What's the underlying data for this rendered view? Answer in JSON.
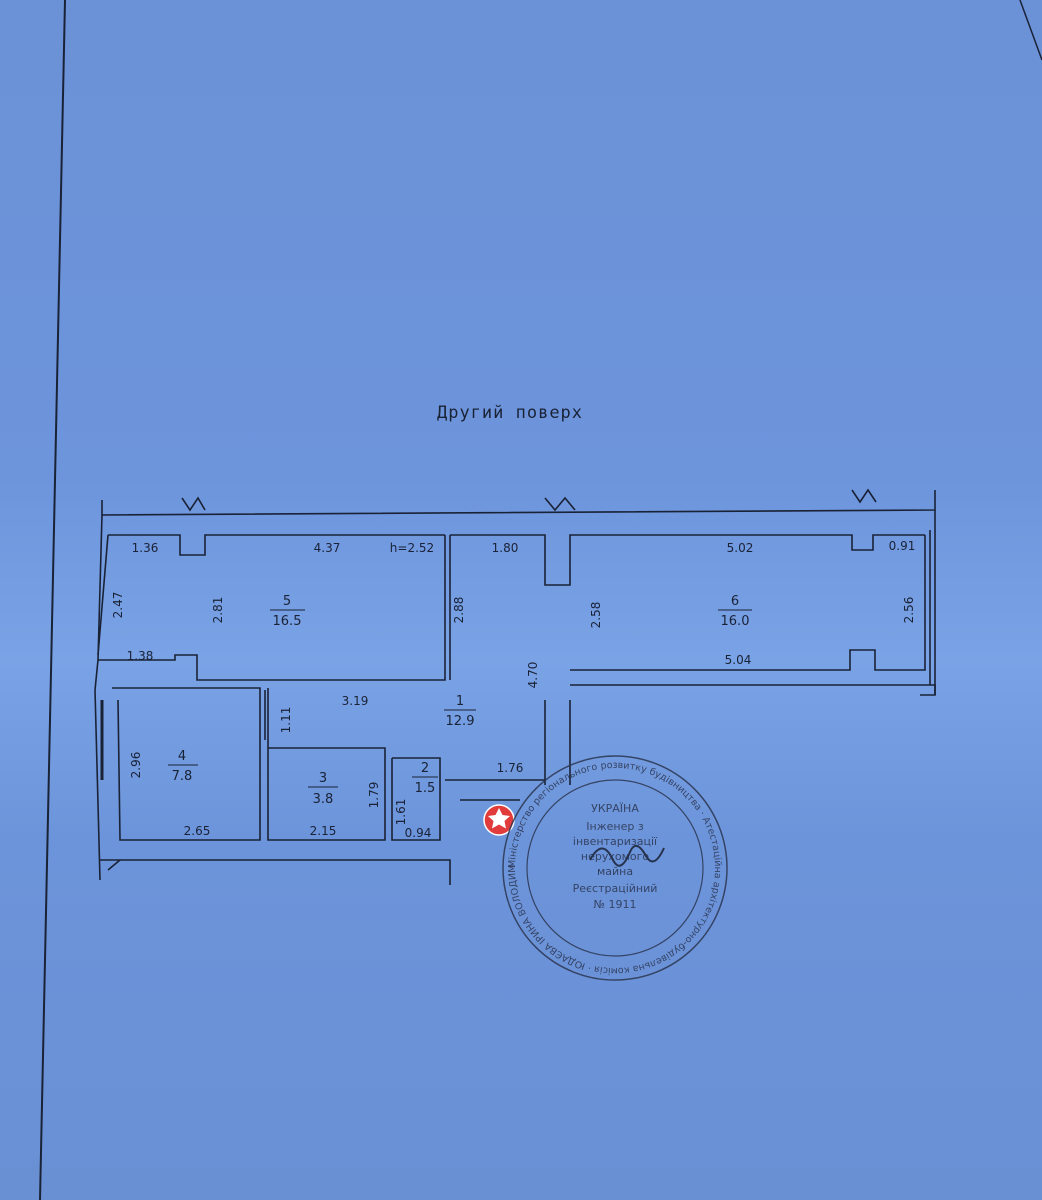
{
  "title": "Другий поверх",
  "height_note": "h=2.52",
  "rooms": [
    {
      "id": "room-1",
      "number": "1",
      "area": "12.9"
    },
    {
      "id": "room-2",
      "number": "2",
      "area": "1.5"
    },
    {
      "id": "room-3",
      "number": "3",
      "area": "3.8"
    },
    {
      "id": "room-4",
      "number": "4",
      "area": "7.8"
    },
    {
      "id": "room-5",
      "number": "5",
      "area": "16.5"
    },
    {
      "id": "room-6",
      "number": "6",
      "area": "16.0"
    }
  ],
  "dimensions": {
    "d136": "1.36",
    "d437": "4.37",
    "d180": "1.80",
    "d502": "5.02",
    "d091": "0.91",
    "d247": "2.47",
    "d281": "2.81",
    "d288": "2.88",
    "d258": "2.58",
    "d256": "2.56",
    "d138": "1.38",
    "d504": "5.04",
    "d470": "4.70",
    "d319": "3.19",
    "d111": "1.11",
    "d296": "2.96",
    "d179": "1.79",
    "d161": "1.61",
    "d176": "1.76",
    "d265": "2.65",
    "d215": "2.15",
    "d094": "0.94"
  },
  "stamp": {
    "country": "УКРАЇНА",
    "line1": "Інженер з",
    "line2": "інвентаризації",
    "line3": "нерухомого",
    "line4": "майна",
    "line5": "Реєстраційний",
    "line6": "№ 1911",
    "ring": "Міністерство регіонального розвитку будівництва · Атестаційна архітектурно-будівельна комісія · ЮДАЄВА ІРИНА ВОЛОДИМИРІВНА"
  },
  "colors": {
    "paper": "#6d95dc",
    "ink": "#1a2236",
    "marker": "#e23b3b"
  }
}
